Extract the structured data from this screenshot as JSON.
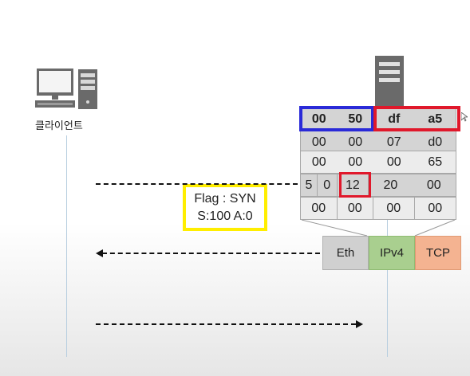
{
  "client": {
    "label": "클라이언트",
    "icon": "desktop-computer-icon"
  },
  "server": {
    "icon": "server-tower-icon"
  },
  "tcp_header": {
    "rows": [
      [
        "00",
        "50",
        "df",
        "a5"
      ],
      [
        "00",
        "00",
        "07",
        "d0"
      ],
      [
        "00",
        "00",
        "00",
        "65"
      ],
      [
        "5",
        "0",
        "12",
        "20",
        "00"
      ],
      [
        "00",
        "00",
        "00",
        "00"
      ]
    ]
  },
  "flag_box": {
    "line1": "Flag : SYN",
    "line2": "S:100 A:0"
  },
  "layers": [
    "Eth",
    "IPv4",
    "TCP"
  ],
  "colors": {
    "highlight_blue": "#2a2ad8",
    "highlight_red": "#e0182b",
    "highlight_yellow": "#ffee00",
    "eth": "#d0d0d0",
    "ipv4": "#a9cf8f",
    "tcp": "#f4b391"
  }
}
